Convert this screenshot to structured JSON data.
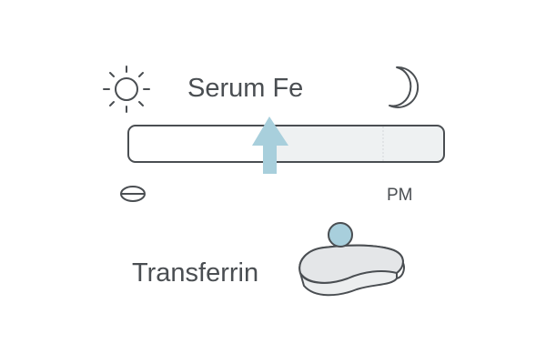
{
  "title": "Serum Fe",
  "time_labels": {
    "pm": "PM"
  },
  "protein_label": "Transferrin",
  "icons": [
    "sun-icon",
    "moon-icon",
    "pill-icon",
    "up-arrow-icon",
    "transferrin-protein-icon",
    "iron-ion-icon"
  ],
  "colors": {
    "stroke": "#4a4e52",
    "accent": "#a8cfdc",
    "shade": "#eef1f2"
  },
  "arrow_position_fraction": 0.45
}
